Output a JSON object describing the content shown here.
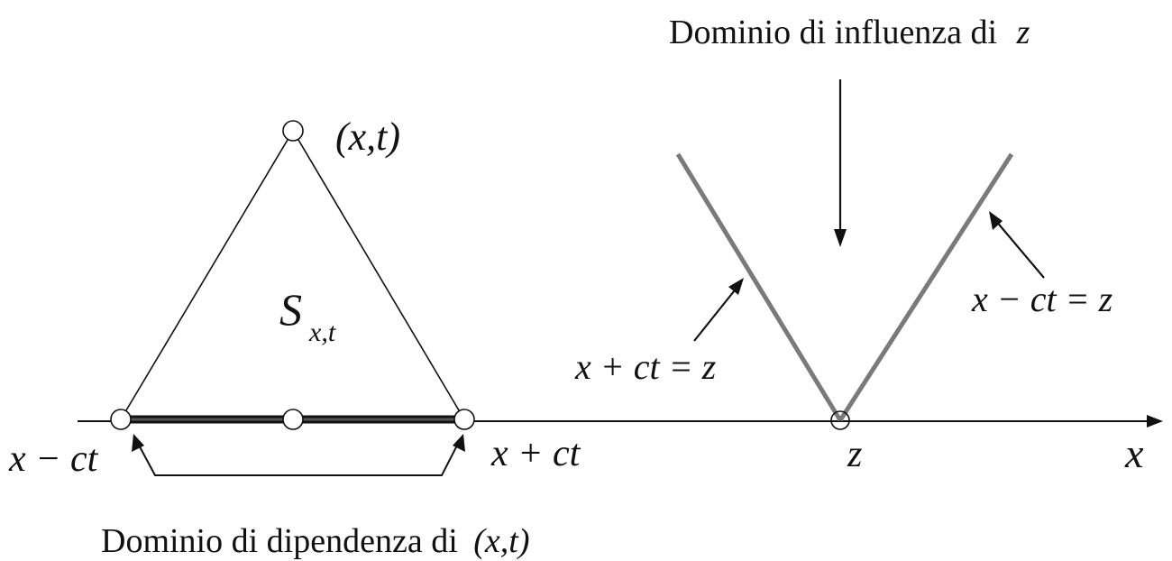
{
  "labels": {
    "influence_title_text": "Dominio di influenza di",
    "influence_title_var": "z",
    "dependence_caption_text": "Dominio di dipendenza di",
    "dependence_caption_point": "(x,t)",
    "apex_point": "(x,t)",
    "region_symbol": "S",
    "region_subscript": "x,t",
    "left_endpoint": "x − ct",
    "right_endpoint": "x + ct",
    "z_point": "z",
    "x_axis": "x",
    "line_plus": "x + ct = z",
    "line_minus": "x − ct = z"
  },
  "colors": {
    "ink": "#111111",
    "cone_lines": "#7a7a7a"
  }
}
